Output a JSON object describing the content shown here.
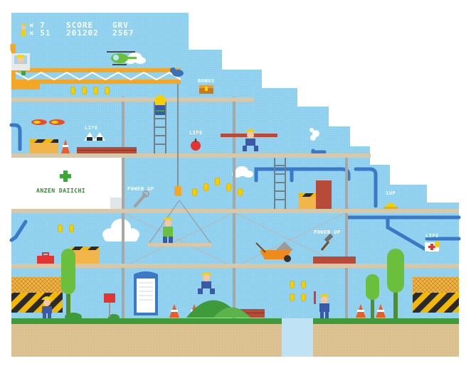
{
  "hud": {
    "lives_count": "× 7",
    "coins_count": "× 51",
    "score_label": "SCORE",
    "score_value": "201202",
    "grv_label": "GRV",
    "grv_value": "2567"
  },
  "labels": {
    "bonus": "BONUS",
    "life_1": "LIFE",
    "life_2": "LIFE",
    "life_3": "LIFE",
    "power_up_1": "POWER UP",
    "power_up_2": "POWER UP",
    "one_up": "1UP",
    "company": "ANZEN DAIICHI"
  },
  "colors": {
    "sky": "#8fd0ee",
    "ground_grass": "#3f9a3a",
    "ground_dirt": "#dcc192",
    "girder": "#d9c8a8",
    "pipe": "#3a78c8",
    "crane": "#f5a623",
    "accent_green": "#3aaa35"
  }
}
